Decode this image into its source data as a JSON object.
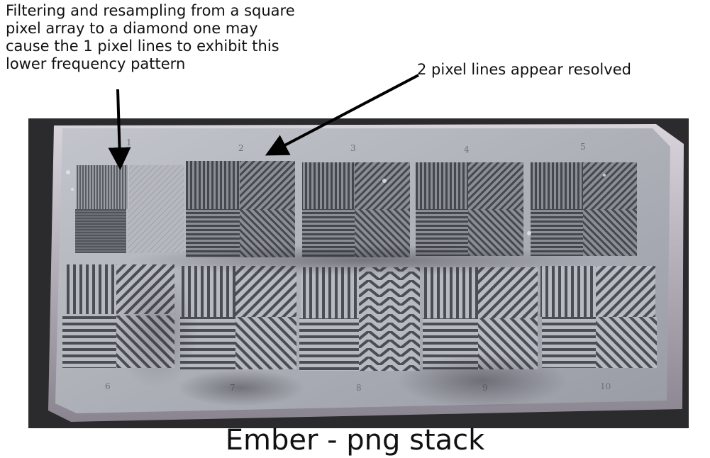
{
  "annotations": {
    "left": "Filtering and resampling from a square\npixel array to a diamond one may\ncause the 1 pixel lines to exhibit this\nlower frequency pattern",
    "right": "2 pixel lines appear resolved"
  },
  "caption": "Ember - png stack",
  "photo": {
    "subject": "3D printed resolution test plate",
    "top_row_labels": [
      "1",
      "2",
      "3",
      "4",
      "5"
    ],
    "bottom_row_labels": [
      "6",
      "7",
      "8",
      "9",
      "10"
    ]
  },
  "colors": {
    "background": "#ffffff",
    "photo_background": "#2a2a2a",
    "plate": "#b5b7bf",
    "stripe": "#4a4b52",
    "arrow": "#000000"
  }
}
